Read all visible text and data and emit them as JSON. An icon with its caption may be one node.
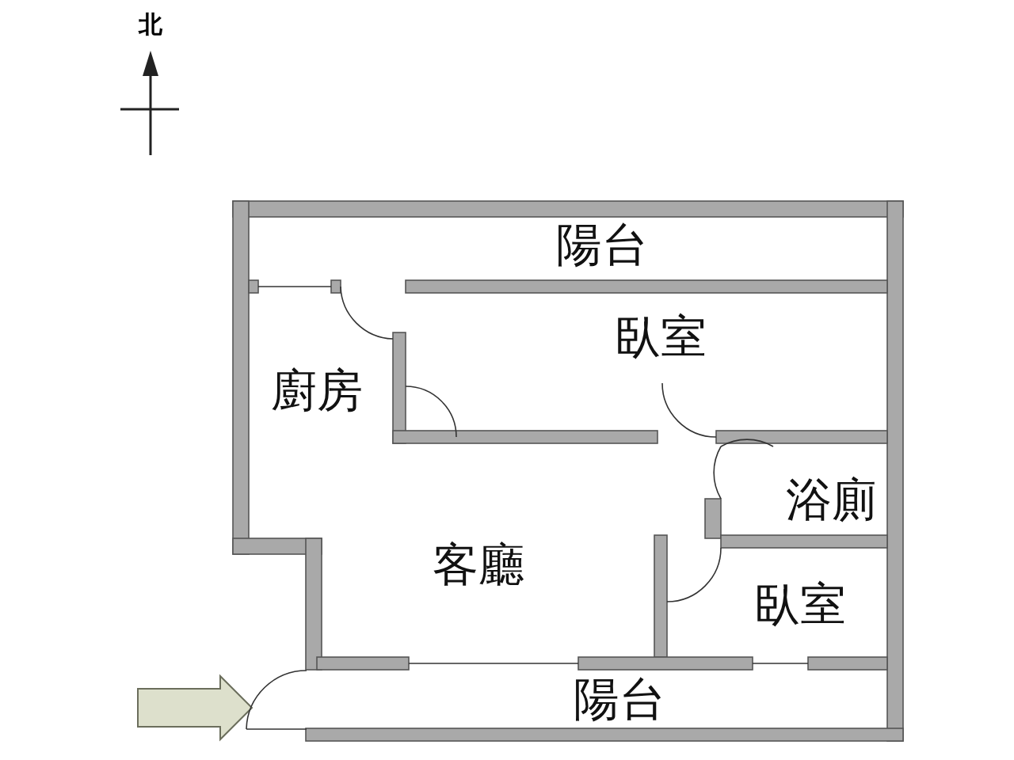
{
  "diagram": {
    "nodes": [
      {
        "text": [
          "陽台"
        ]
      },
      {
        "text": [
          "臥室"
        ]
      },
      {
        "text": [
          "廚房"
        ]
      },
      {
        "text": [
          "客廳"
        ]
      },
      {
        "text": [
          "浴廁"
        ]
      },
      {
        "text": [
          "臥室"
        ]
      },
      {
        "text": [
          "陽台"
        ]
      }
    ],
    "edges": [
      {
        "from": null,
        "to": 6,
        "arrow": "to"
      }
    ],
    "labels": [
      "北"
    ]
  }
}
